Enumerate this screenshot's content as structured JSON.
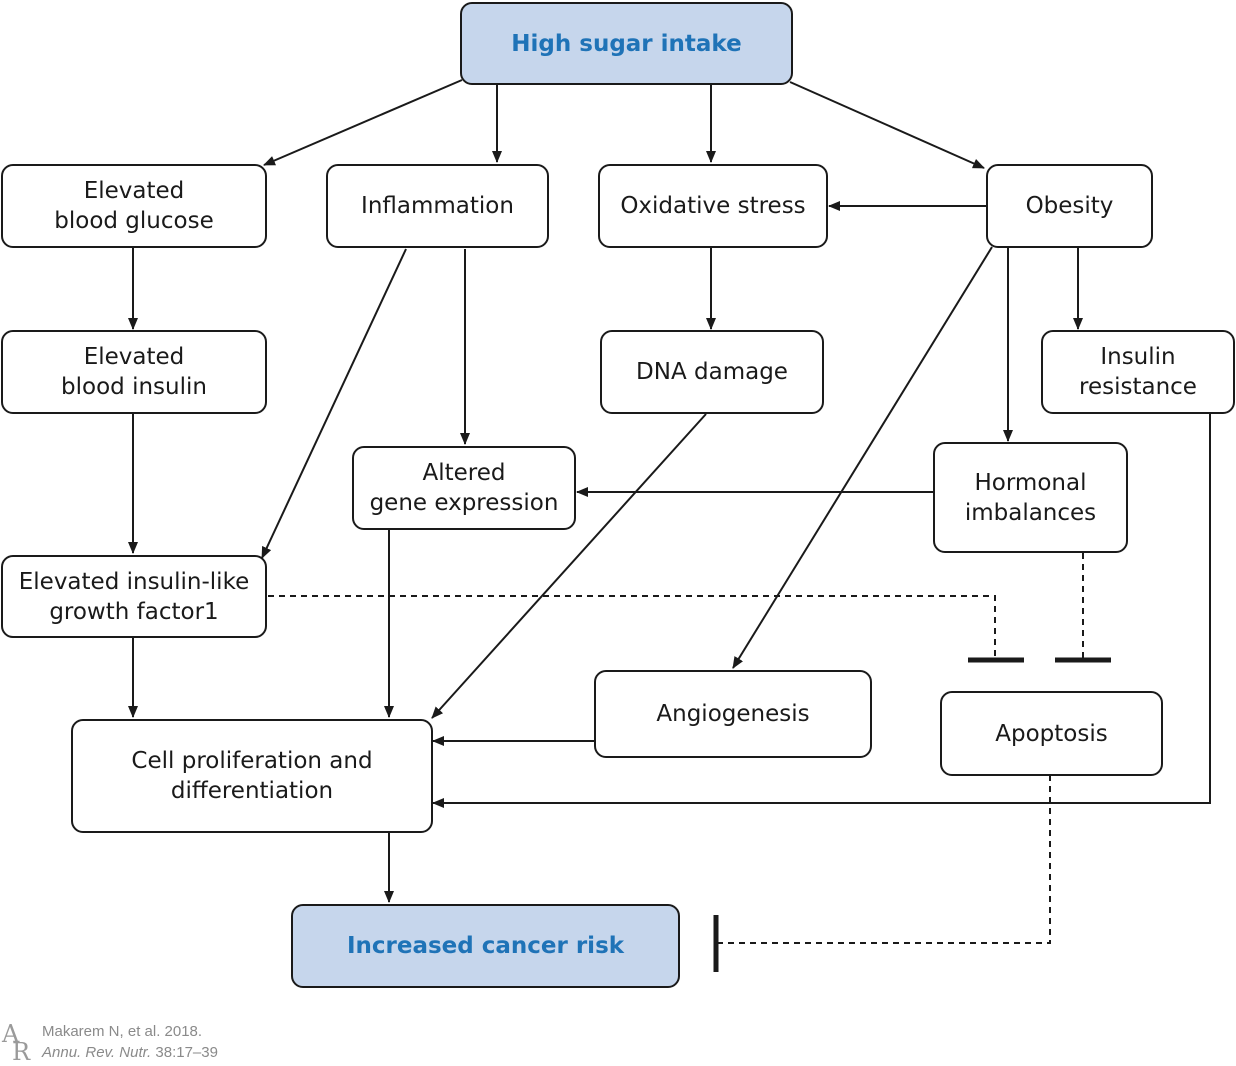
{
  "nodes": {
    "high_sugar": "High sugar intake",
    "elevated_glucose": "Elevated\nblood glucose",
    "inflammation": "Inflammation",
    "oxidative_stress": "Oxidative stress",
    "obesity": "Obesity",
    "elevated_insulin": "Elevated\nblood insulin",
    "dna_damage": "DNA damage",
    "insulin_resistance": "Insulin\nresistance",
    "altered_gene": "Altered\ngene expression",
    "hormonal": "Hormonal\nimbalances",
    "igf1": "Elevated insulin-like\ngrowth factor1",
    "angiogenesis": "Angiogenesis",
    "apoptosis": "Apoptosis",
    "cell_prolif": "Cell proliferation and\ndifferentiation",
    "cancer_risk": "Increased cancer risk"
  },
  "colors": {
    "highlight_fill": "#c6d6ec",
    "highlight_text": "#1f73b7",
    "stroke": "#1a1a1a"
  },
  "credit": {
    "logo_letters": "AR",
    "line1": "Makarem N, et al. 2018.",
    "journal": "Annu. Rev. Nutr.",
    "volume_pages": "38:17–39"
  }
}
